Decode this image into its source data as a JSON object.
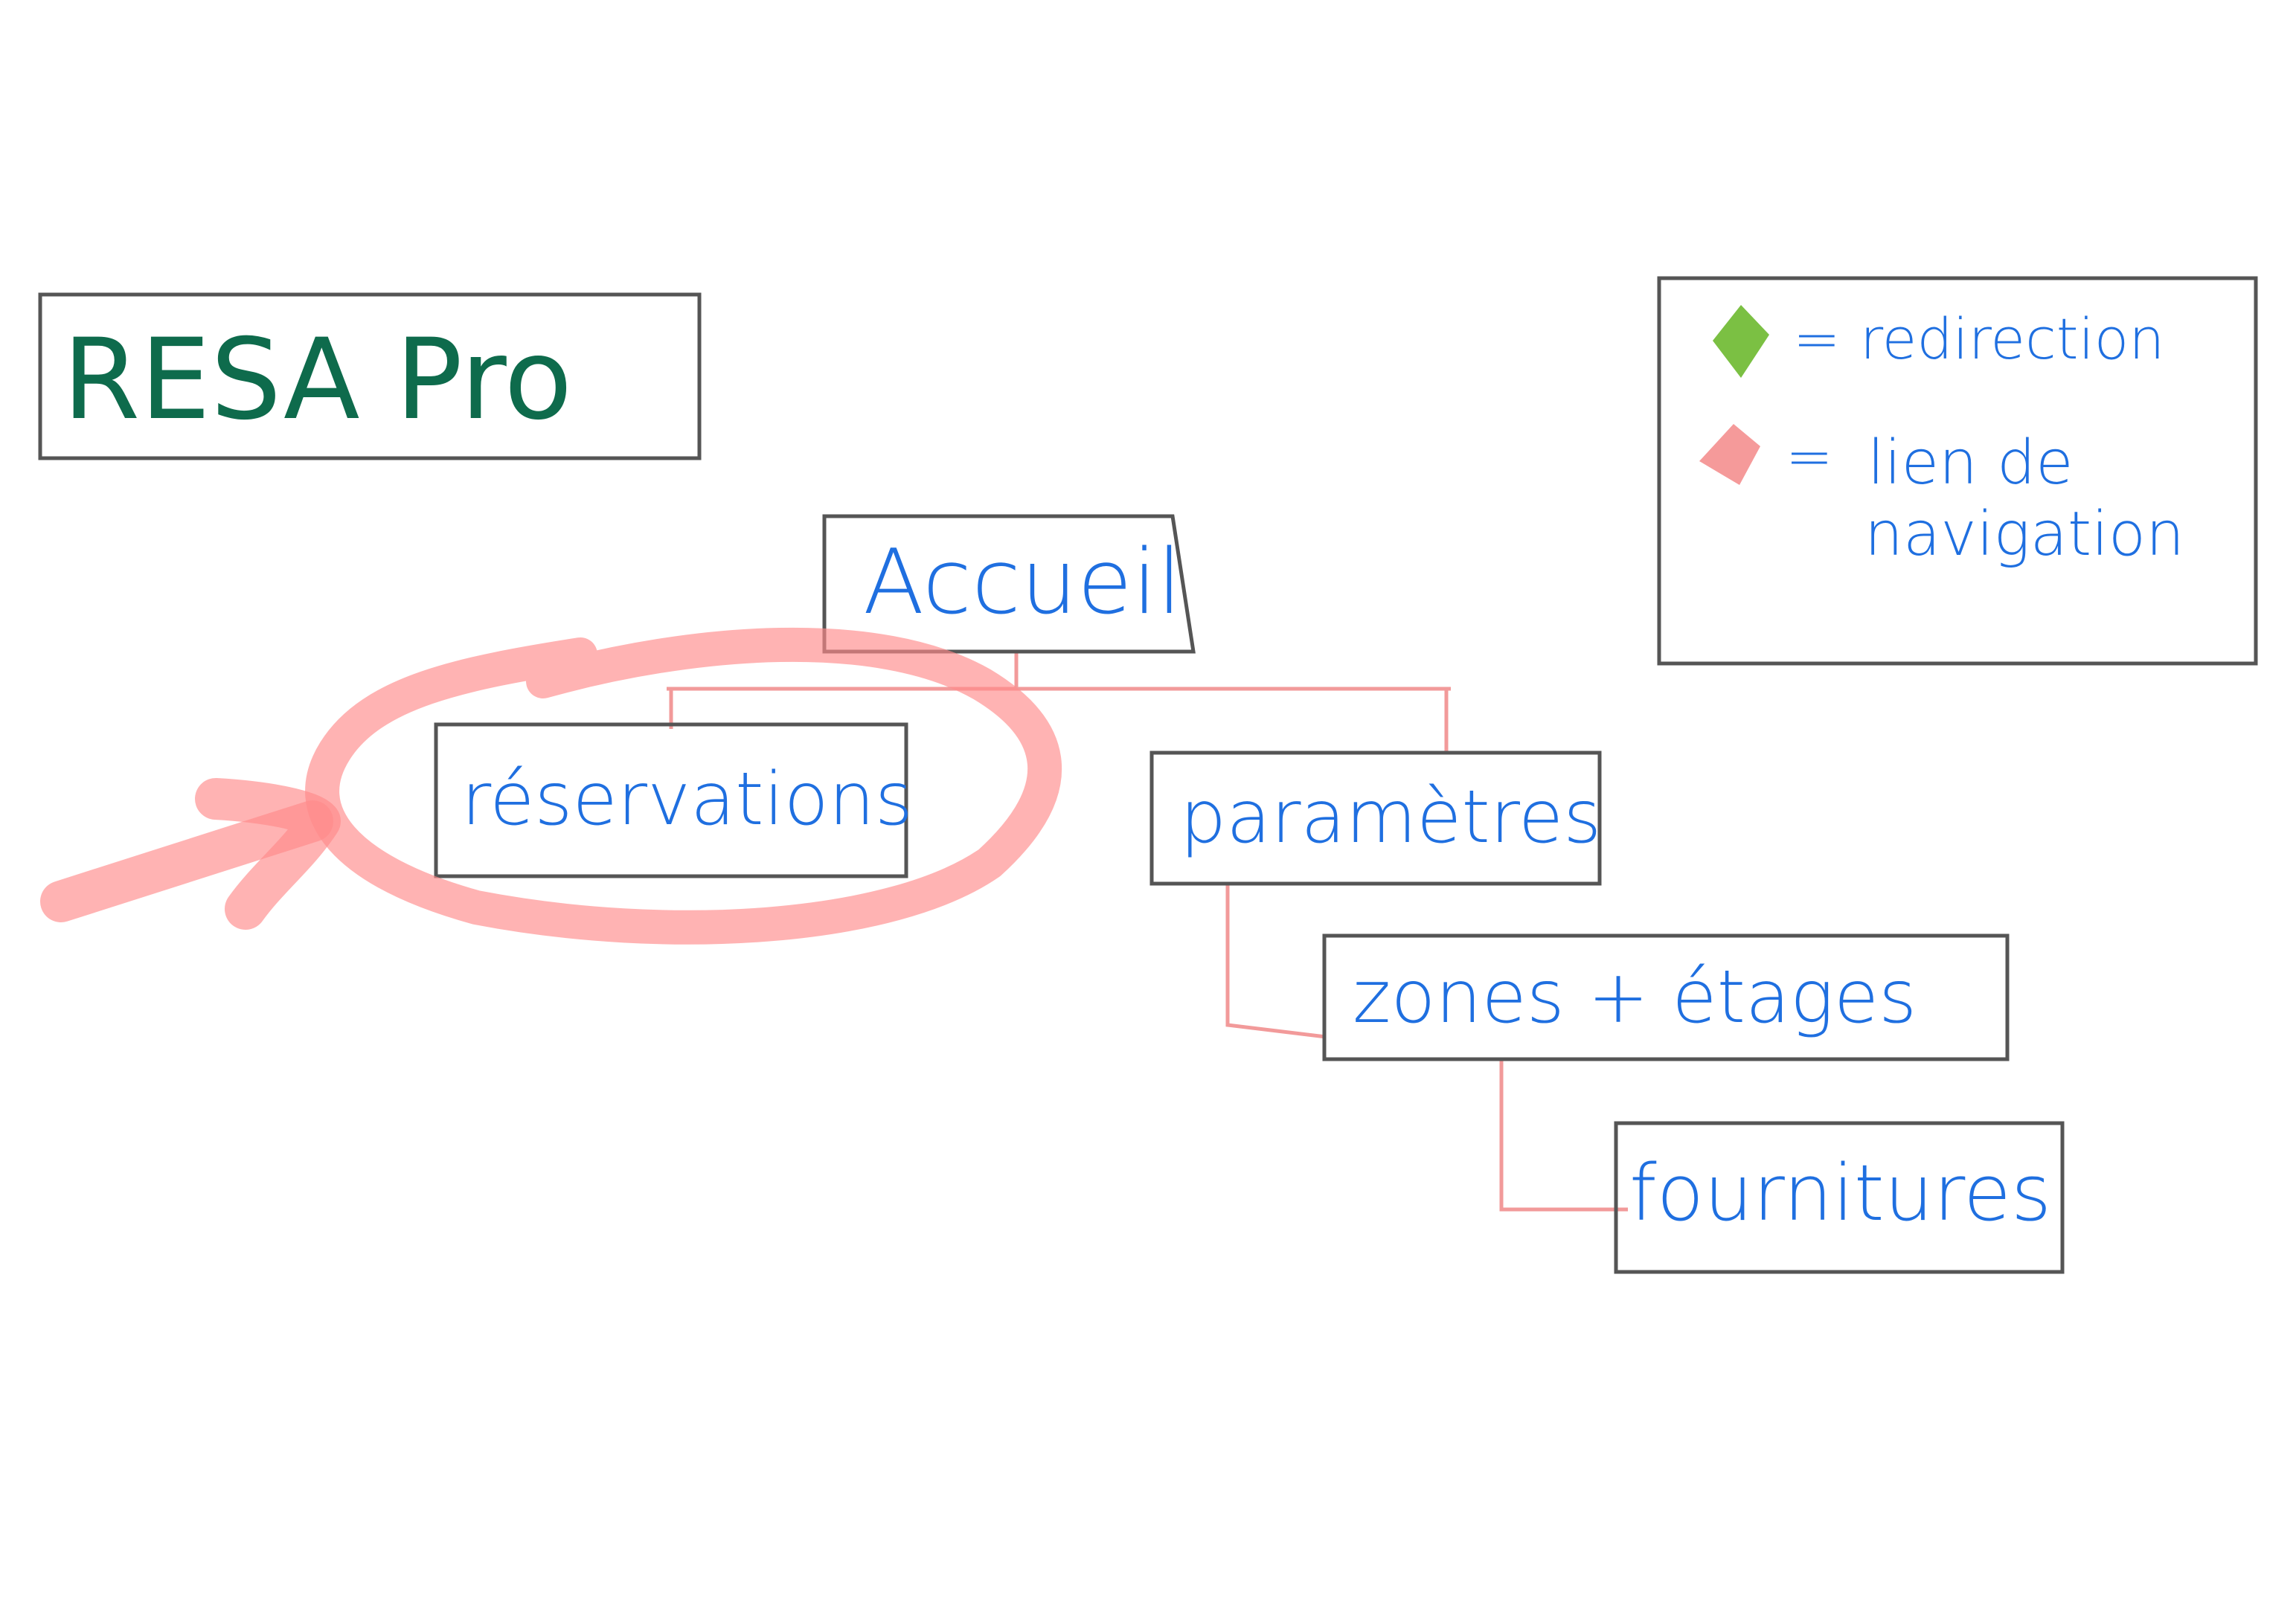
{
  "title": "RESA Pro",
  "legend": {
    "redirection_symbol": "=",
    "redirection_label": "redirection",
    "navigation_symbol": "=",
    "navigation_label_line1": "lien de",
    "navigation_label_line2": "navigation",
    "redirection_color": "#7bc043",
    "navigation_color": "#f59a9a"
  },
  "nodes": {
    "accueil": "Accueil",
    "reservations": "réservations",
    "parametres": "paramètres",
    "zones_etages": "zones + étages",
    "fournitures": "fournitures"
  },
  "colors": {
    "text": "#1f6fe0",
    "title": "#0e6b4c",
    "box_border": "#555555",
    "link": "#f29a9a",
    "highlight": "#ff8a8a"
  }
}
